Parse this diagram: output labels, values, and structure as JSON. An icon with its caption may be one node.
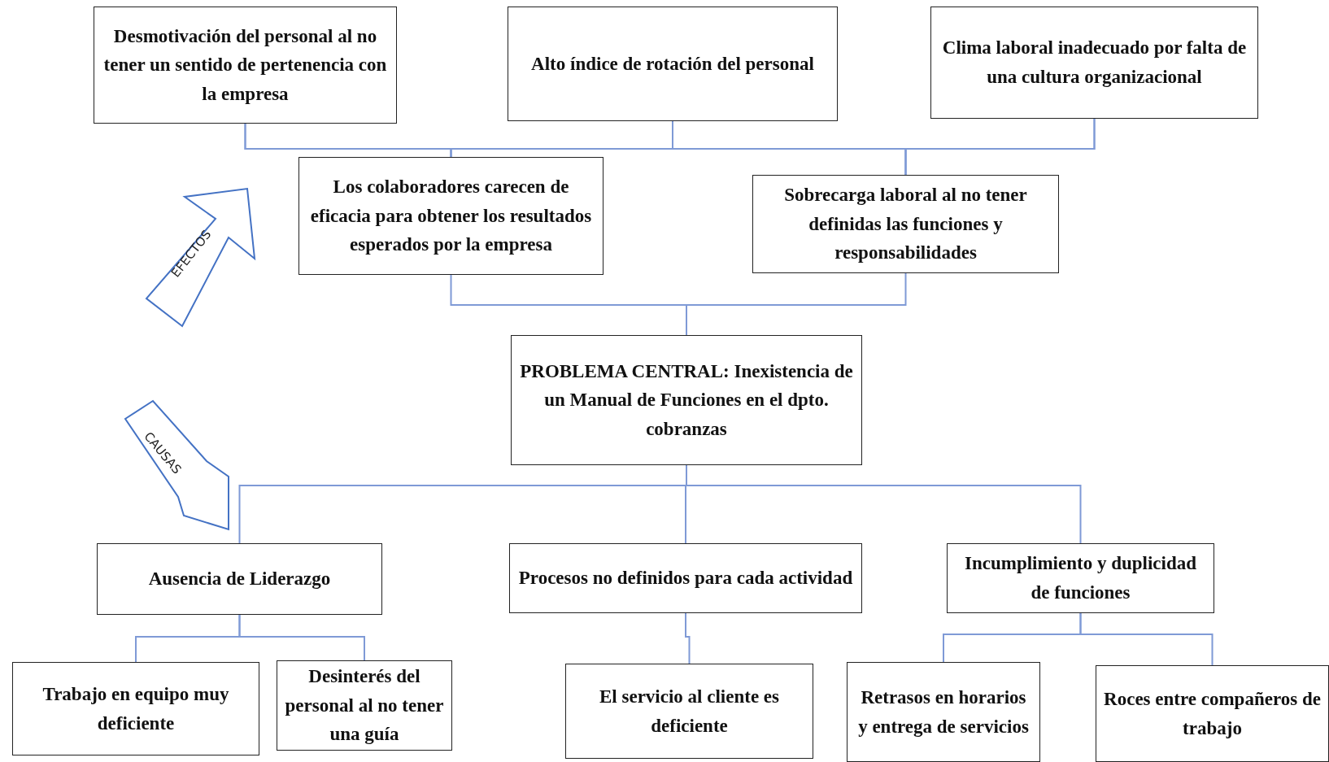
{
  "diagram": {
    "nodes": [
      {
        "text": [
          "Desmotivación del personal al no tener un sentido de pertenencia con la empresa"
        ]
      },
      {
        "text": [
          "Alto índice de rotación del personal"
        ]
      },
      {
        "text": [
          "Clima laboral inadecuado por falta de una cultura organizacional"
        ]
      },
      {
        "text": [
          "Los colaboradores carecen de eficacia para obtener los resultados esperados por la empresa"
        ]
      },
      {
        "text": [
          "Sobrecarga laboral al no tener definidas las funciones y responsabilidades"
        ]
      },
      {
        "text": [
          "PROBLEMA CENTRAL: Inexistencia de un Manual de Funciones en el dpto. cobranzas"
        ]
      },
      {
        "text": [
          "Ausencia de Liderazgo"
        ]
      },
      {
        "text": [
          "Procesos no definidos para cada actividad"
        ]
      },
      {
        "text": [
          "Incumplimiento y duplicidad de funciones"
        ]
      },
      {
        "text": [
          "Trabajo en equipo muy deficiente"
        ]
      },
      {
        "text": [
          "Desinterés del personal al no tener una guía"
        ]
      },
      {
        "text": [
          "El servicio al cliente es deficiente"
        ]
      },
      {
        "text": [
          "Retrasos en horarios y entrega de servicios"
        ]
      },
      {
        "text": [
          "Roces entre compañeros de trabajo"
        ]
      }
    ],
    "edges": [
      {
        "from": 0,
        "to": 3,
        "arrow": "none"
      },
      {
        "from": 1,
        "to": 3,
        "arrow": "none"
      },
      {
        "from": 2,
        "to": 3,
        "arrow": "none"
      },
      {
        "from": 0,
        "to": 4,
        "arrow": "none"
      },
      {
        "from": 1,
        "to": 4,
        "arrow": "none"
      },
      {
        "from": 2,
        "to": 4,
        "arrow": "none"
      },
      {
        "from": 3,
        "to": 5,
        "arrow": "none"
      },
      {
        "from": 4,
        "to": 5,
        "arrow": "none"
      },
      {
        "from": 5,
        "to": 6,
        "arrow": "none"
      },
      {
        "from": 5,
        "to": 7,
        "arrow": "none"
      },
      {
        "from": 5,
        "to": 8,
        "arrow": "none"
      },
      {
        "from": 6,
        "to": 9,
        "arrow": "none"
      },
      {
        "from": 6,
        "to": 10,
        "arrow": "none"
      },
      {
        "from": 7,
        "to": 11,
        "arrow": "none"
      },
      {
        "from": 8,
        "to": 12,
        "arrow": "none"
      },
      {
        "from": 8,
        "to": 13,
        "arrow": "none"
      }
    ],
    "labels": [
      "EFECTOS",
      "CAUSAS"
    ]
  }
}
